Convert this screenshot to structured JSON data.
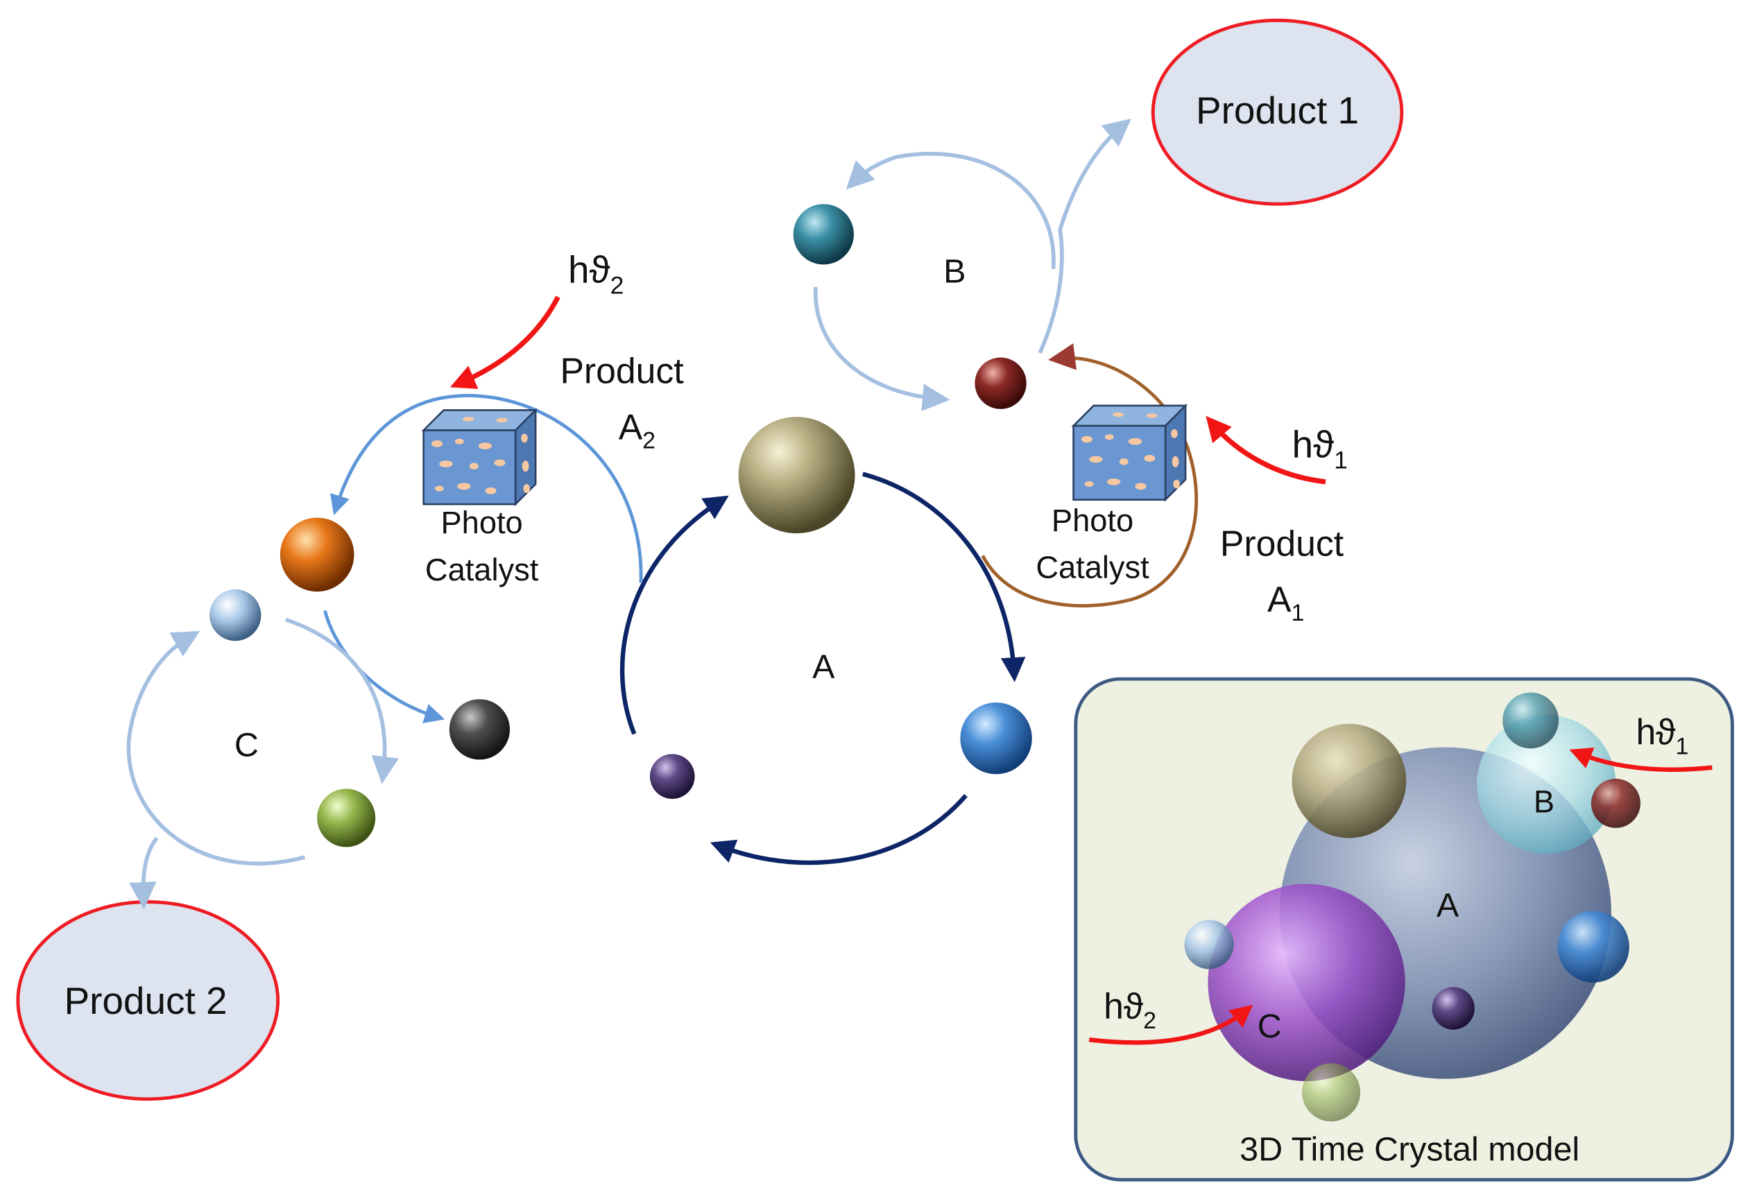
{
  "cycles": {
    "a": {
      "label": "A"
    },
    "b": {
      "label": "B"
    },
    "c": {
      "label": "C"
    }
  },
  "products": {
    "p1": "Product 1",
    "p2": "Product 2",
    "a1": {
      "word": "Product",
      "letter": "A",
      "sub": "1"
    },
    "a2": {
      "word": "Product",
      "letter": "A",
      "sub": "2"
    }
  },
  "light": {
    "h1": {
      "main": "hϑ",
      "sub": "1"
    },
    "h2": {
      "main": "hϑ",
      "sub": "2"
    }
  },
  "catalyst": {
    "line1": "Photo",
    "line2": "Catalyst"
  },
  "inset": {
    "title": "3D Time Crystal model",
    "a": "A",
    "b": "B",
    "c": "C",
    "h1": {
      "main": "hϑ",
      "sub": "1"
    },
    "h2": {
      "main": "hϑ",
      "sub": "2"
    }
  },
  "colors": {
    "cycle_a": "#0d2566",
    "cycle_light": "#a4bfe0",
    "cycle_mid": "#6a9fd8",
    "cycle_brown": "#a0602a",
    "arrow_red": "#f11515",
    "product_fill": "#dde4ef",
    "product_stroke": "#ee1c24",
    "inset_bg": "#eef1e2",
    "inset_border": "#3d5a84"
  }
}
